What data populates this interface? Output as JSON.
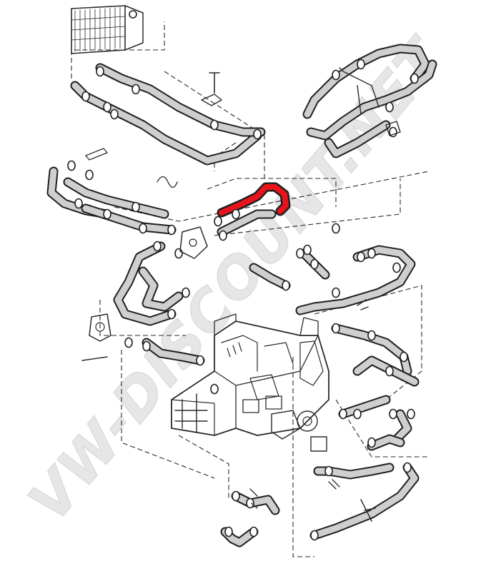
{
  "watermark": {
    "text": "VW-DISCOUNT.NET"
  },
  "highlight": {
    "color": "#e8141c",
    "part": "highlighted-coolant-hose"
  },
  "colors": {
    "line": "#2a2a2a",
    "hose_fill": "#cfcfcf",
    "background": "#ffffff",
    "watermark": "#e6e6e6"
  },
  "icons": [
    "radiator",
    "engine-block",
    "coolant-hose",
    "hose-clamp",
    "bolt",
    "water-pump",
    "thermostat-housing",
    "t-connector"
  ]
}
